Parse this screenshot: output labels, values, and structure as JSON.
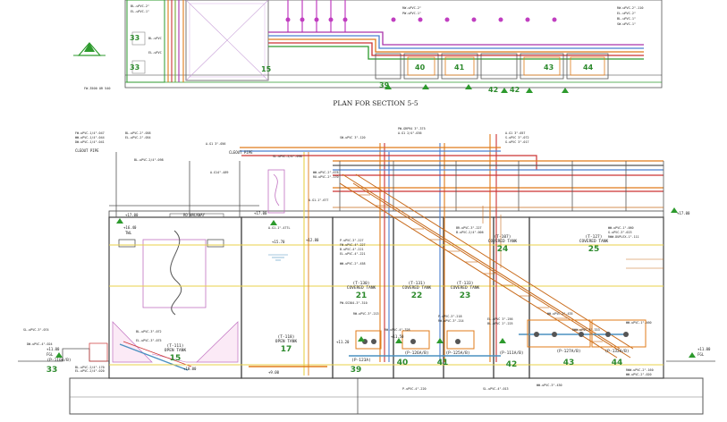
{
  "plan": {
    "title": "PLAN FOR SECTION 5-5",
    "tank_numbers": [
      "33",
      "33",
      "15",
      "39",
      "40",
      "41",
      "42",
      "42",
      "43",
      "44"
    ]
  },
  "section": {
    "tanks": [
      {
        "id": "15",
        "name": "(T-111)",
        "desc": "OPEN TANK"
      },
      {
        "id": "17",
        "name": "(T-118)",
        "desc": "OPEN TANK"
      },
      {
        "id": "21",
        "name": "(T-130)",
        "desc": "COVERED TANK"
      },
      {
        "id": "22",
        "name": "(T-131)",
        "desc": "COVERED TANK"
      },
      {
        "id": "23",
        "name": "(T-133)",
        "desc": "COVERED TANK"
      },
      {
        "id": "24",
        "name": "(T-107)",
        "desc": "COVERED TANK"
      },
      {
        "id": "25",
        "name": "(T-127)",
        "desc": "COVERED TANK"
      }
    ],
    "pumps": [
      {
        "id": "33",
        "name": "(P-110A/B)"
      },
      {
        "id": "39",
        "name": "(P-123A)"
      },
      {
        "id": "40",
        "name": "(P-126A/B)"
      },
      {
        "id": "41",
        "name": "(P-125A/B)"
      },
      {
        "id": "42",
        "name": "(P-111A/B)"
      },
      {
        "id": "43",
        "name": "(P-127A/B)"
      },
      {
        "id": "44",
        "name": "(P-132A/B)"
      }
    ],
    "labels": {
      "walkway": "RO WALKWAY",
      "cleout_pipe": "CLEOUT PIPE",
      "fgl_left": "FGL",
      "fgl_right": "FGL",
      "el_top_left": "+17.00",
      "el_top_mid": "+17.00",
      "el_top_right": "+17.00",
      "el_twl": "+16.40",
      "twl": "TWL",
      "el_1570": "+15.70",
      "el_1280": "+12.80",
      "el_11_left": "+11.00",
      "el_11_right": "+11.00",
      "el_1120": "+11.20",
      "el_1150": "+11.50",
      "el_1000": "+10.00",
      "el_900": "+9.00"
    }
  }
}
